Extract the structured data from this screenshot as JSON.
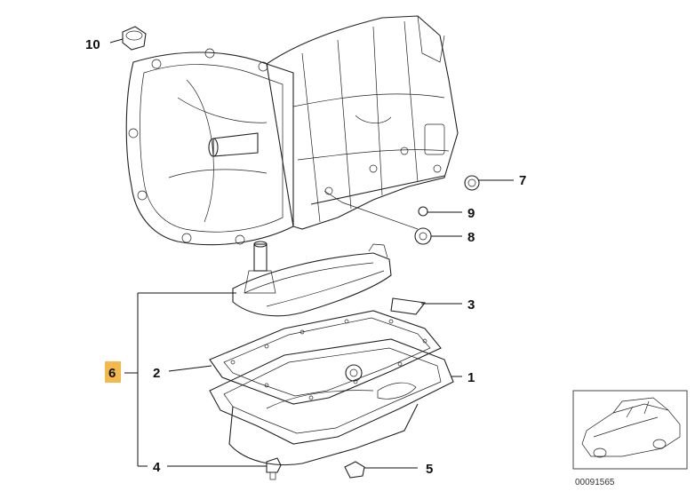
{
  "callouts": [
    {
      "id": "10",
      "label": "10"
    },
    {
      "id": "7",
      "label": "7"
    },
    {
      "id": "9",
      "label": "9"
    },
    {
      "id": "8",
      "label": "8"
    },
    {
      "id": "3",
      "label": "3"
    },
    {
      "id": "6",
      "label": "6",
      "highlight": "#f3b94a"
    },
    {
      "id": "2",
      "label": "2"
    },
    {
      "id": "1",
      "label": "1"
    },
    {
      "id": "4",
      "label": "4"
    },
    {
      "id": "5",
      "label": "5"
    }
  ],
  "thumbnail": {
    "code": "00091565",
    "icon": "car-thumbnail-icon"
  }
}
